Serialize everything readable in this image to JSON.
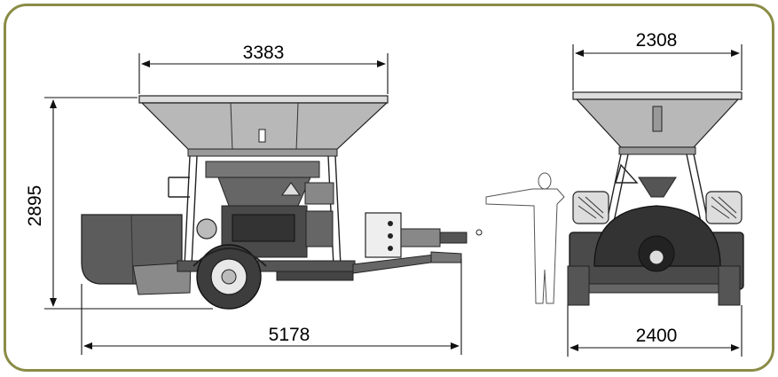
{
  "colors": {
    "frame_border": "#8a8c46",
    "hopper_fill": "#b8b8b8",
    "body_fill": "#555555",
    "line": "#222222"
  },
  "dimensions": {
    "hopper_width_side": "3383",
    "overall_height": "2895",
    "overall_length": "5178",
    "hopper_width_rear": "2308",
    "track_width": "2400"
  }
}
